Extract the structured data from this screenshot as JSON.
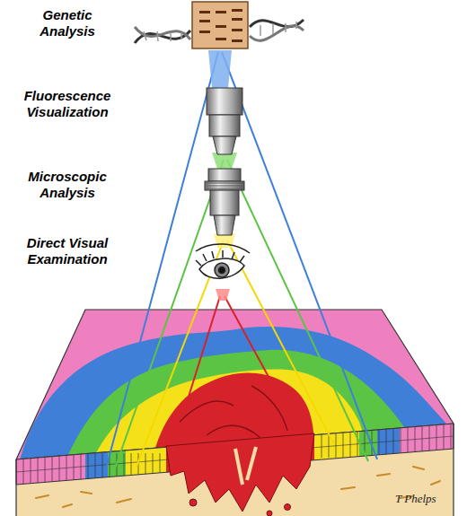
{
  "diagram": {
    "labels": [
      "Genetic Analysis",
      "Fluorescence Visualization",
      "Microscopic Analysis",
      "Direct Visual Examination",
      "T Phelps"
    ]
  }
}
